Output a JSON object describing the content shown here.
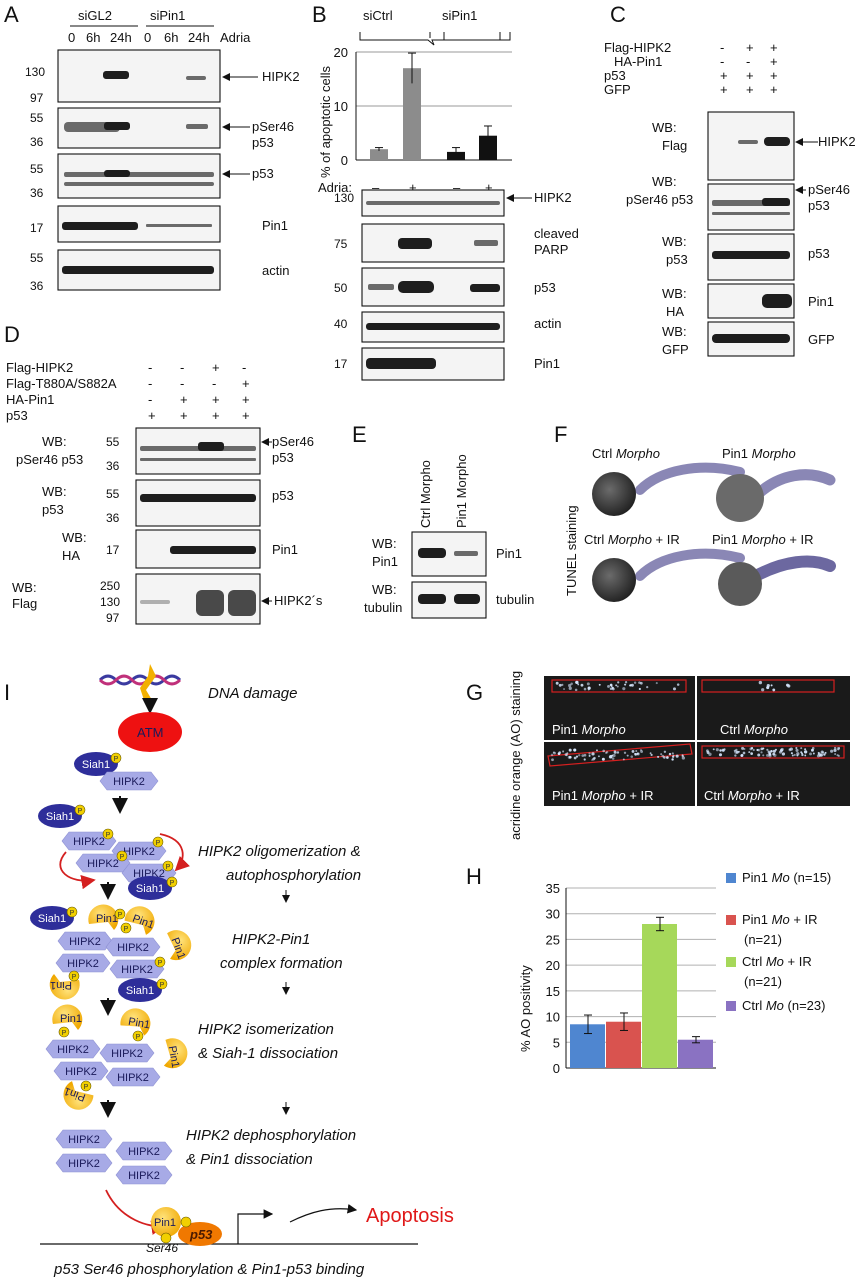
{
  "panels": {
    "A": {
      "label": "A",
      "groups": [
        "siGL2",
        "siPin1"
      ],
      "times": [
        "0",
        "6h",
        "24h",
        "0",
        "6h",
        "24h"
      ],
      "treatment": "Adria",
      "blots": [
        {
          "name": "HIPK2",
          "markers": [
            "130",
            "97"
          ]
        },
        {
          "name": "pSer46 p53",
          "markers": [
            "55",
            "36"
          ]
        },
        {
          "name": "p53",
          "markers": [
            "55",
            "36"
          ]
        },
        {
          "name": "Pin1",
          "markers": [
            "17"
          ]
        },
        {
          "name": "actin",
          "markers": [
            "55",
            "36"
          ]
        }
      ]
    },
    "B": {
      "label": "B",
      "groups": [
        "siCtrl",
        "siPin1"
      ],
      "treatment_row": [
        "Adria:",
        "–",
        "+",
        "–",
        "+"
      ],
      "blots": [
        {
          "name": "HIPK2",
          "markers": [
            "130"
          ]
        },
        {
          "name": "cleaved PARP",
          "markers": [
            "75"
          ]
        },
        {
          "name": "p53",
          "markers": [
            "50"
          ]
        },
        {
          "name": "actin",
          "markers": [
            "40"
          ]
        },
        {
          "name": "Pin1",
          "markers": [
            "17"
          ]
        }
      ]
    },
    "C": {
      "label": "C",
      "conditions": [
        {
          "name": "Flag-HIPK2",
          "values": [
            "-",
            "+",
            "+"
          ]
        },
        {
          "name": "HA-Pin1",
          "values": [
            "-",
            "-",
            "+"
          ]
        },
        {
          "name": "p53",
          "values": [
            "+",
            "+",
            "+"
          ]
        },
        {
          "name": "GFP",
          "values": [
            "+",
            "+",
            "+"
          ]
        }
      ],
      "blots": [
        {
          "wb": [
            "WB:",
            "Flag"
          ],
          "name": "HIPK2"
        },
        {
          "wb": [
            "WB:",
            "pSer46 p53"
          ],
          "name": "pSer46 p53"
        },
        {
          "wb": [
            "WB:",
            "p53"
          ],
          "name": "p53"
        },
        {
          "wb": [
            "WB:",
            "HA"
          ],
          "name": "Pin1"
        },
        {
          "wb": [
            "WB:",
            "GFP"
          ],
          "name": "GFP"
        }
      ]
    },
    "D": {
      "label": "D",
      "conditions": [
        {
          "name": "Flag-HIPK2",
          "values": [
            "-",
            "-",
            "+",
            "-"
          ]
        },
        {
          "name": "Flag-T880A/S882A",
          "values": [
            "-",
            "-",
            "-",
            "+"
          ]
        },
        {
          "name": "HA-Pin1",
          "values": [
            "-",
            "+",
            "+",
            "+"
          ]
        },
        {
          "name": "p53",
          "values": [
            "+",
            "+",
            "+",
            "+"
          ]
        }
      ],
      "blots": [
        {
          "wb": [
            "WB:",
            "pSer46 p53"
          ],
          "name": "pSer46 p53",
          "markers": [
            "55",
            "36"
          ]
        },
        {
          "wb": [
            "WB:",
            "p53"
          ],
          "name": "p53",
          "markers": [
            "55",
            "36"
          ]
        },
        {
          "wb": [
            "WB:",
            "HA"
          ],
          "name": "Pin1",
          "markers": [
            "17"
          ]
        },
        {
          "wb": [
            "WB:",
            "Flag"
          ],
          "name": "HIPK2´s",
          "markers": [
            "250",
            "130",
            "97"
          ]
        }
      ]
    },
    "E": {
      "label": "E",
      "lanes": [
        "Ctrl Morpho",
        "Pin1 Morpho"
      ],
      "blots": [
        {
          "wb": [
            "WB:",
            "Pin1"
          ],
          "name": "Pin1"
        },
        {
          "wb": [
            "WB:",
            "tubulin"
          ],
          "name": "tubulin"
        }
      ]
    },
    "F": {
      "label": "F",
      "side": "TUNEL staining",
      "cells": [
        "Ctrl Morpho",
        "Pin1 Morpho",
        "Ctrl Morpho + IR",
        "Pin1 Morpho + IR"
      ]
    },
    "G": {
      "label": "G",
      "side": "acridine orange (AO) staining",
      "cells": [
        "Pin1 Morpho",
        "Ctrl Morpho",
        "Pin1 Morpho + IR",
        "Ctrl Morpho + IR"
      ]
    },
    "I": {
      "label": "I",
      "steps": [
        "DNA damage",
        "HIPK2 oligomerization &",
        "autophosphorylation",
        "HIPK2-Pin1",
        "complex formation",
        "HIPK2 isomerization",
        "& Siah-1 dissociation",
        "HIPK2 dephosphorylation",
        "& Pin1 dissociation"
      ],
      "nodes": {
        "atm": "ATM",
        "siah": "Siah1",
        "hipk": "HIPK2",
        "pin": "Pin1",
        "p53": "p53",
        "site": "Ser46",
        "p": "P"
      },
      "outcome": "Apoptosis",
      "caption": "p53 Ser46 phosphorylation & Pin1-p53 binding"
    }
  },
  "chart_data": [
    {
      "type": "bar",
      "panel": "B",
      "categories": [
        "siCtrl –",
        "siCtrl +",
        "siPin1 –",
        "siPin1 +"
      ],
      "values": [
        2,
        17,
        1.5,
        4.5
      ],
      "errors": [
        0.3,
        2.8,
        0.8,
        1.8
      ],
      "colors": [
        "#8c8c8c",
        "#8c8c8c",
        "#111111",
        "#111111"
      ],
      "ylabel": "% of apoptotic cells",
      "ylim": [
        0,
        20
      ],
      "yticks": [
        0,
        10,
        20
      ],
      "grid": true
    },
    {
      "type": "bar",
      "panel": "H",
      "label": "H",
      "categories": [
        "Pin1 Mo (n=15)",
        "Pin1 Mo + IR (n=21)",
        "Ctrl Mo + IR (n=21)",
        "Ctrl Mo (n=23)"
      ],
      "legend_lines": [
        [
          "Pin1 Mo (n=15)"
        ],
        [
          "Pin1 Mo + IR",
          "(n=21)"
        ],
        [
          "Ctrl Mo + IR",
          "(n=21)"
        ],
        [
          "Ctrl Mo (n=23)"
        ]
      ],
      "values": [
        8.5,
        9,
        28,
        5.5
      ],
      "errors": [
        1.8,
        1.7,
        1.3,
        0.6
      ],
      "colors": [
        "#4f86d0",
        "#d9534f",
        "#a6d85a",
        "#8a72c2"
      ],
      "ylabel": "% AO positivity",
      "ylim": [
        0,
        35
      ],
      "yticks": [
        0,
        5,
        10,
        15,
        20,
        25,
        30,
        35
      ],
      "grid": true,
      "legend": "right"
    }
  ]
}
